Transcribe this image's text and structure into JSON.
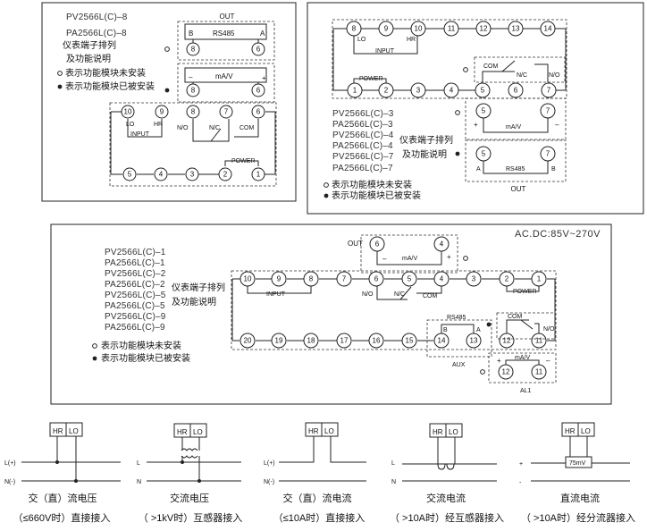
{
  "legend": {
    "title_1": "仪表端子排列",
    "title_2": "及功能说明",
    "not_installed": "表示功能模块未安装",
    "installed": "表示功能模块已被安装"
  },
  "panel_a": {
    "models": [
      "PV2566L(C)–8",
      "PA2566L(C)–8"
    ],
    "out_label": "OUT",
    "rs485": "RS485",
    "b": "B",
    "a": "A",
    "mav": "mA/V",
    "plus": "+",
    "minus": "–",
    "lo": "LO",
    "hr": "HR",
    "input": "INPUT",
    "no": "N/O",
    "nc": "N/C",
    "com": "COM",
    "power": "POWER",
    "top_terms": [
      "10",
      "9",
      "8",
      "7",
      "6"
    ],
    "bottom_terms": [
      "5",
      "4",
      "3",
      "2",
      "1"
    ],
    "out_terms": [
      "8",
      "6"
    ],
    "mav_terms": [
      "8",
      "6"
    ]
  },
  "panel_b": {
    "models": [
      "PV2566L(C)–3",
      "PA2566L(C)–3",
      "PV2566L(C)–4",
      "PA2566L(C)–4",
      "PV2566L(C)–7",
      "PA2566L(C)–7"
    ],
    "top_terms": [
      "8",
      "9",
      "10",
      "11",
      "12",
      "13",
      "14"
    ],
    "bottom_terms": [
      "1",
      "2",
      "3",
      "4",
      "5",
      "6",
      "7"
    ],
    "lo": "LO",
    "hr": "HR",
    "input": "INPUT",
    "power": "POWER",
    "com": "COM",
    "nc": "N/C",
    "no": "N/O",
    "mav": "mA/V",
    "rs485": "RS485",
    "a": "A",
    "b": "B",
    "out_label": "OUT",
    "mav_terms": [
      "5",
      "7"
    ],
    "rs485_terms": [
      "5",
      "7"
    ],
    "plus": "+",
    "minus": "–"
  },
  "panel_c": {
    "models": [
      "PV2566L(C)–1",
      "PA2566L(C)–1",
      "PV2566L(C)–2",
      "PA2566L(C)–2",
      "PV2566L(C)–5",
      "PA2566L(C)–5",
      "PV2566L(C)–9",
      "PA2566L(C)–9"
    ],
    "spec": "AC.DC:85V~270V",
    "out_label": "OUT",
    "aux_label": "AUX",
    "al1_label": "AL1",
    "top_terms": [
      "10",
      "9",
      "8",
      "7",
      "6",
      "5",
      "4",
      "3",
      "2",
      "1"
    ],
    "bottom_terms": [
      "20",
      "19",
      "18",
      "17",
      "16",
      "15",
      "14",
      "13",
      "12",
      "11"
    ],
    "input": "INPUT",
    "power": "POWER",
    "no": "N/O",
    "nc": "N/C",
    "com": "COM",
    "rs485": "RS485",
    "b": "B",
    "a": "A",
    "mav": "mA/V",
    "plus": "+",
    "minus": "–",
    "out_terms": [
      "6",
      "4"
    ],
    "al1_terms": [
      "12",
      "11"
    ]
  },
  "wiring": {
    "hr": "HR",
    "lo": "LO",
    "l_plus": "L(+)",
    "n_minus": "N(-)",
    "l": "L",
    "n": "N",
    "plus": "+",
    "minus": "-",
    "shunt": "75mV",
    "captions": [
      {
        "line1": "交（直）流电压",
        "line2": "（≤660V时）直接接入"
      },
      {
        "line1": "交流电压",
        "line2": "（ >1kV时）互感器接入"
      },
      {
        "line1": "交（直）流电流",
        "line2": "（≤10A时）直接接入"
      },
      {
        "line1": "交流电流",
        "line2": "（ >10A时）经互感器接入"
      },
      {
        "line1": "直流电流",
        "line2": "（ >10A时）经分流器接入"
      }
    ]
  }
}
